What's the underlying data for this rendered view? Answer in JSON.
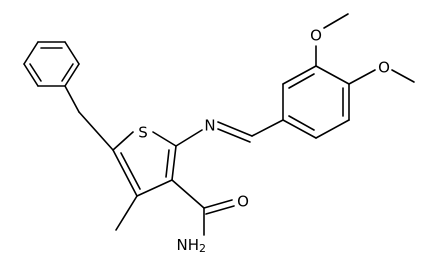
{
  "molecule": {
    "atoms": {
      "sulfur": "S",
      "imine_nitrogen": "N",
      "carbonyl_oxygen": "O",
      "amide_nitrogen": "NH",
      "amide_h2": "2",
      "methoxy3_oxygen": "O",
      "methoxy4_oxygen": "O"
    }
  },
  "colors": {
    "bond": "#000000",
    "label": "#000000",
    "background": "#ffffff"
  }
}
